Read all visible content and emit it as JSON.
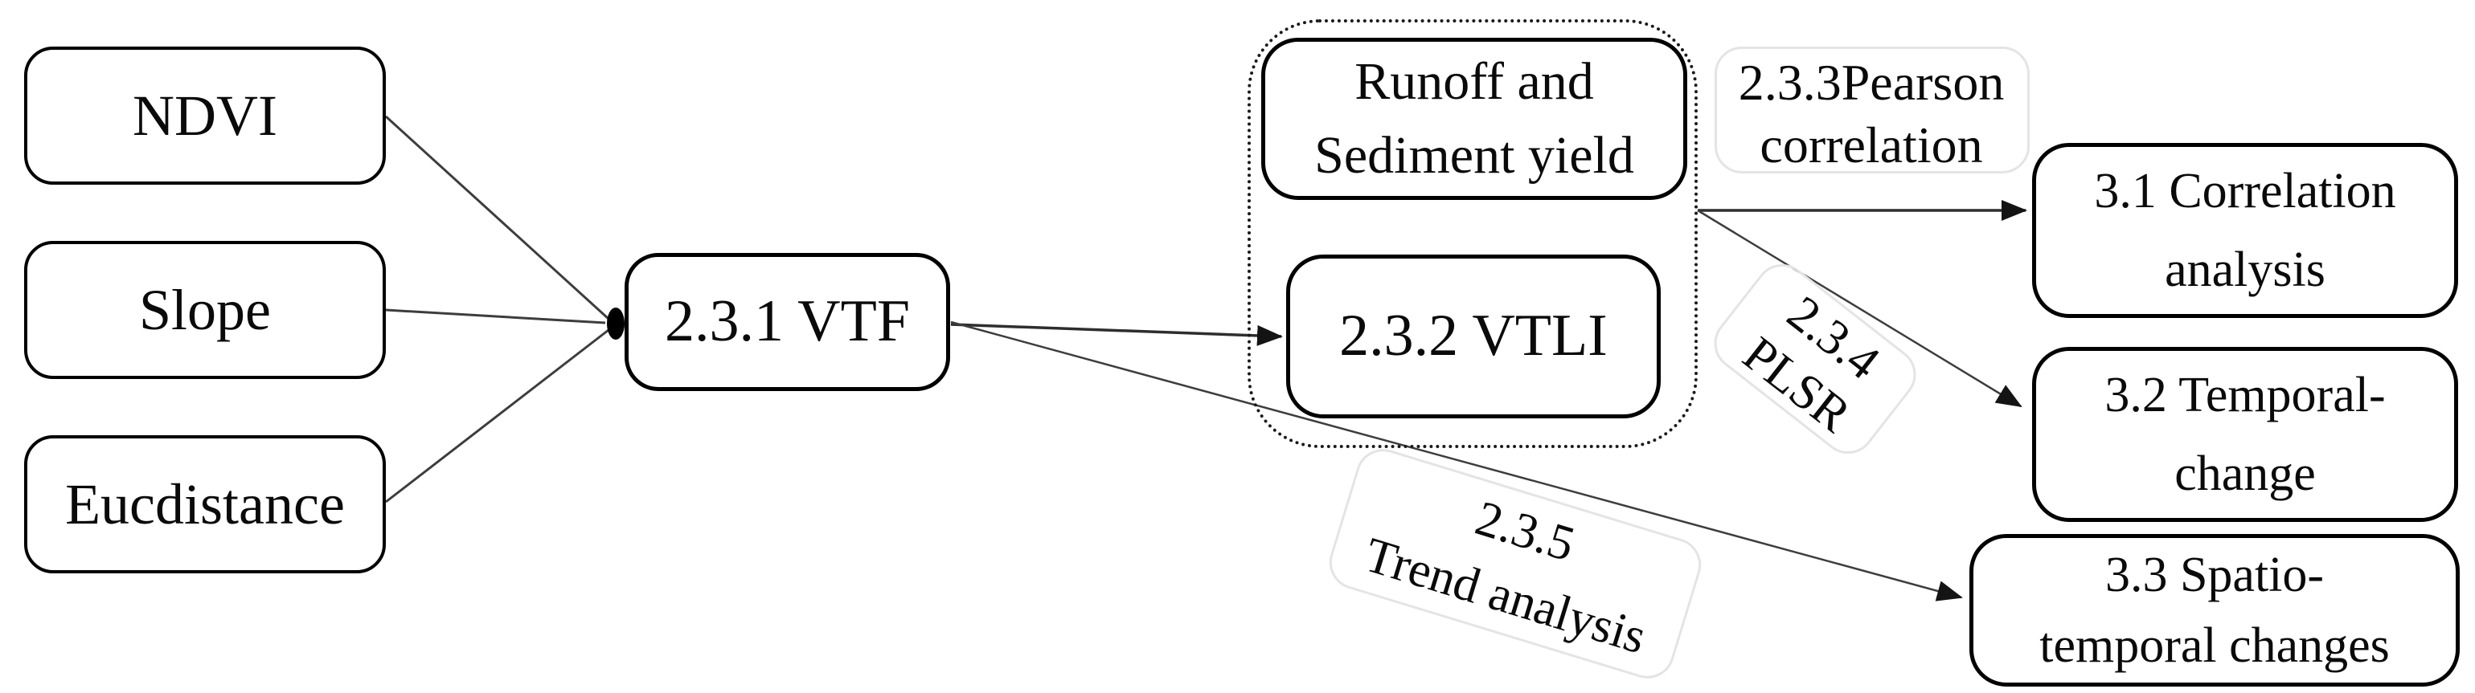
{
  "figure": {
    "type": "flowchart",
    "background": "#ffffff",
    "ink_color": "#000000",
    "connector_color": "#3d3d3d",
    "faint_outline_color": "#e4e4e4"
  },
  "nodes": {
    "ndvi": {
      "label": "NDVI"
    },
    "slope": {
      "label": "Slope"
    },
    "eucdistance": {
      "label": "Eucdistance"
    },
    "vtf": {
      "label": "2.3.1 VTF"
    },
    "runoff_sediment": {
      "lines": [
        "Runoff and",
        "Sediment yield"
      ]
    },
    "vtli": {
      "label": "2.3.2 VTLI"
    },
    "correlation_analysis": {
      "lines": [
        "3.1 Correlation",
        "analysis"
      ]
    },
    "temporal_change": {
      "lines": [
        "3.2 Temporal-",
        "change"
      ]
    },
    "spatiotemporal_changes": {
      "lines": [
        "3.3 Spatio-",
        "temporal changes"
      ]
    }
  },
  "edge_labels": {
    "pearson": {
      "lines": [
        "2.3.3Pearson",
        "correlation"
      ]
    },
    "plsr": {
      "lines": [
        "2.3.4",
        "PLSR"
      ]
    },
    "trend": {
      "lines": [
        "2.3.5",
        "Trend analysis"
      ]
    }
  }
}
